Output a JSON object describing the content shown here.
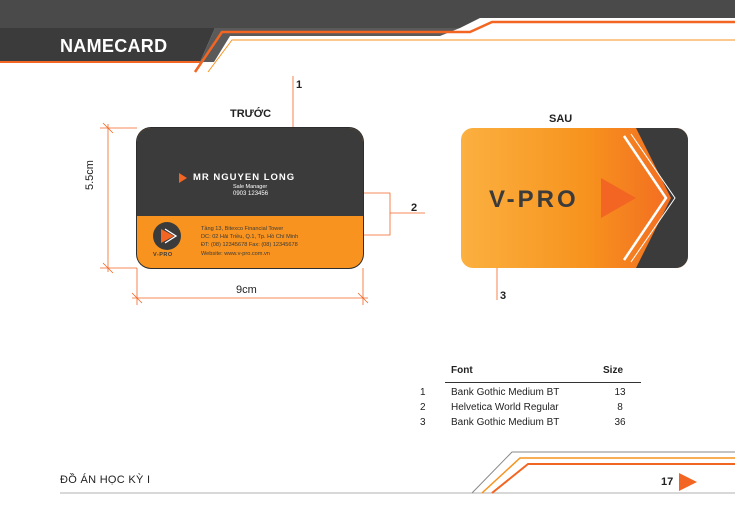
{
  "header": {
    "title": "NAMECARD"
  },
  "front": {
    "label": "TRƯỚC",
    "name": "MR NGUYEN LONG",
    "role": "Sale Manager",
    "phone": "0903 123456",
    "logo_text": "V-PRO",
    "address": [
      "Tầng 13, Bitexco Financial Tower",
      "DC: 02 Hải Triều, Q.1, Tp. Hồ Chí Minh",
      "ĐT: (08) 12345678   Fax: (08) 12345678",
      "Website: www.v-pro.com.vn"
    ]
  },
  "back": {
    "label": "SAU",
    "brand": "V-PRO"
  },
  "dimensions": {
    "width": "9cm",
    "height": "5.5cm"
  },
  "callouts": [
    "1",
    "2",
    "3"
  ],
  "font_table": {
    "headers": {
      "font": "Font",
      "size": "Size"
    },
    "rows": [
      {
        "index": "1",
        "font": "Bank Gothic Medium BT",
        "size": "13"
      },
      {
        "index": "2",
        "font": "Helvetica World Regular",
        "size": "8"
      },
      {
        "index": "3",
        "font": "Bank Gothic Medium BT",
        "size": "36"
      }
    ]
  },
  "footer": {
    "title": "ĐỒ ÁN HỌC KỲ I",
    "page_number": "17"
  },
  "colors": {
    "dark": "#3b3b3b",
    "orange": "#f7931e",
    "accent": "#f26522"
  }
}
